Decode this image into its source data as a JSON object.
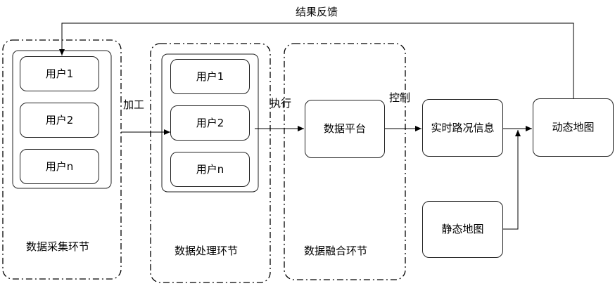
{
  "feedback_label": "结果反馈",
  "edge_labels": {
    "process": "加工",
    "execute": "执行",
    "control": "控制"
  },
  "stages": {
    "collection": {
      "label": "数据采集环节",
      "users": [
        "用户1",
        "用户2",
        "用户n"
      ]
    },
    "processing": {
      "label": "数据处理环节",
      "users": [
        "用户1",
        "用户2",
        "用户n"
      ]
    },
    "fusion": {
      "label": "数据融合环节"
    }
  },
  "nodes": {
    "platform": "数据平台",
    "realtime_traffic": "实时路况信息",
    "dynamic_map": "动态地图",
    "static_map": "静态地图"
  }
}
